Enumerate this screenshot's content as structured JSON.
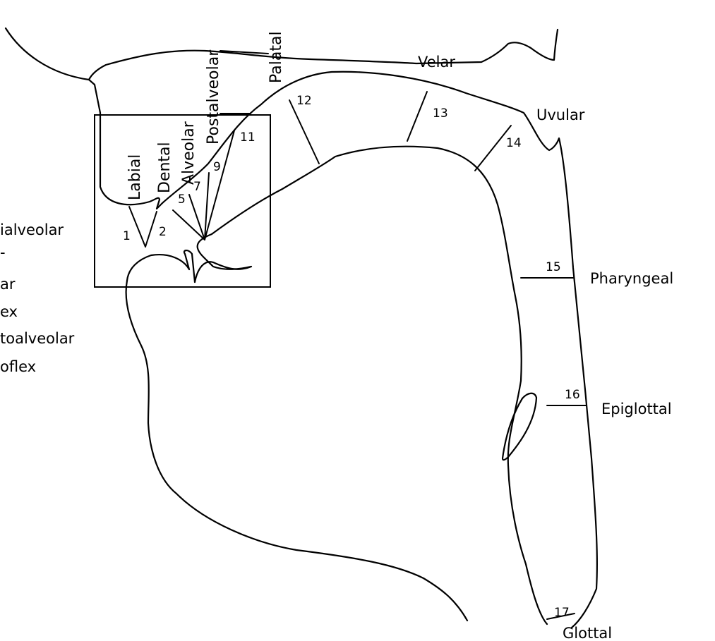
{
  "regions": {
    "velar": "Velar",
    "palatal": "Palatal",
    "postalveolar": "Postalveolar",
    "alveolar": "Alveolar",
    "dental": "Dental",
    "labial": "Labial",
    "uvular": "Uvular",
    "pharyngeal": "Pharyngeal",
    "epiglottal": "Epiglottal",
    "glottal": "Glottal"
  },
  "left_legend": [
    "ialveolar",
    "-",
    "ar",
    "ex",
    "toalveolar",
    "oflex"
  ],
  "numbers": {
    "n1": "1",
    "n2": "2",
    "n5": "5",
    "n7": "7",
    "n9": "9",
    "n11": "11",
    "n12": "12",
    "n13": "13",
    "n14": "14",
    "n15": "15",
    "n16": "16",
    "n17": "17"
  }
}
